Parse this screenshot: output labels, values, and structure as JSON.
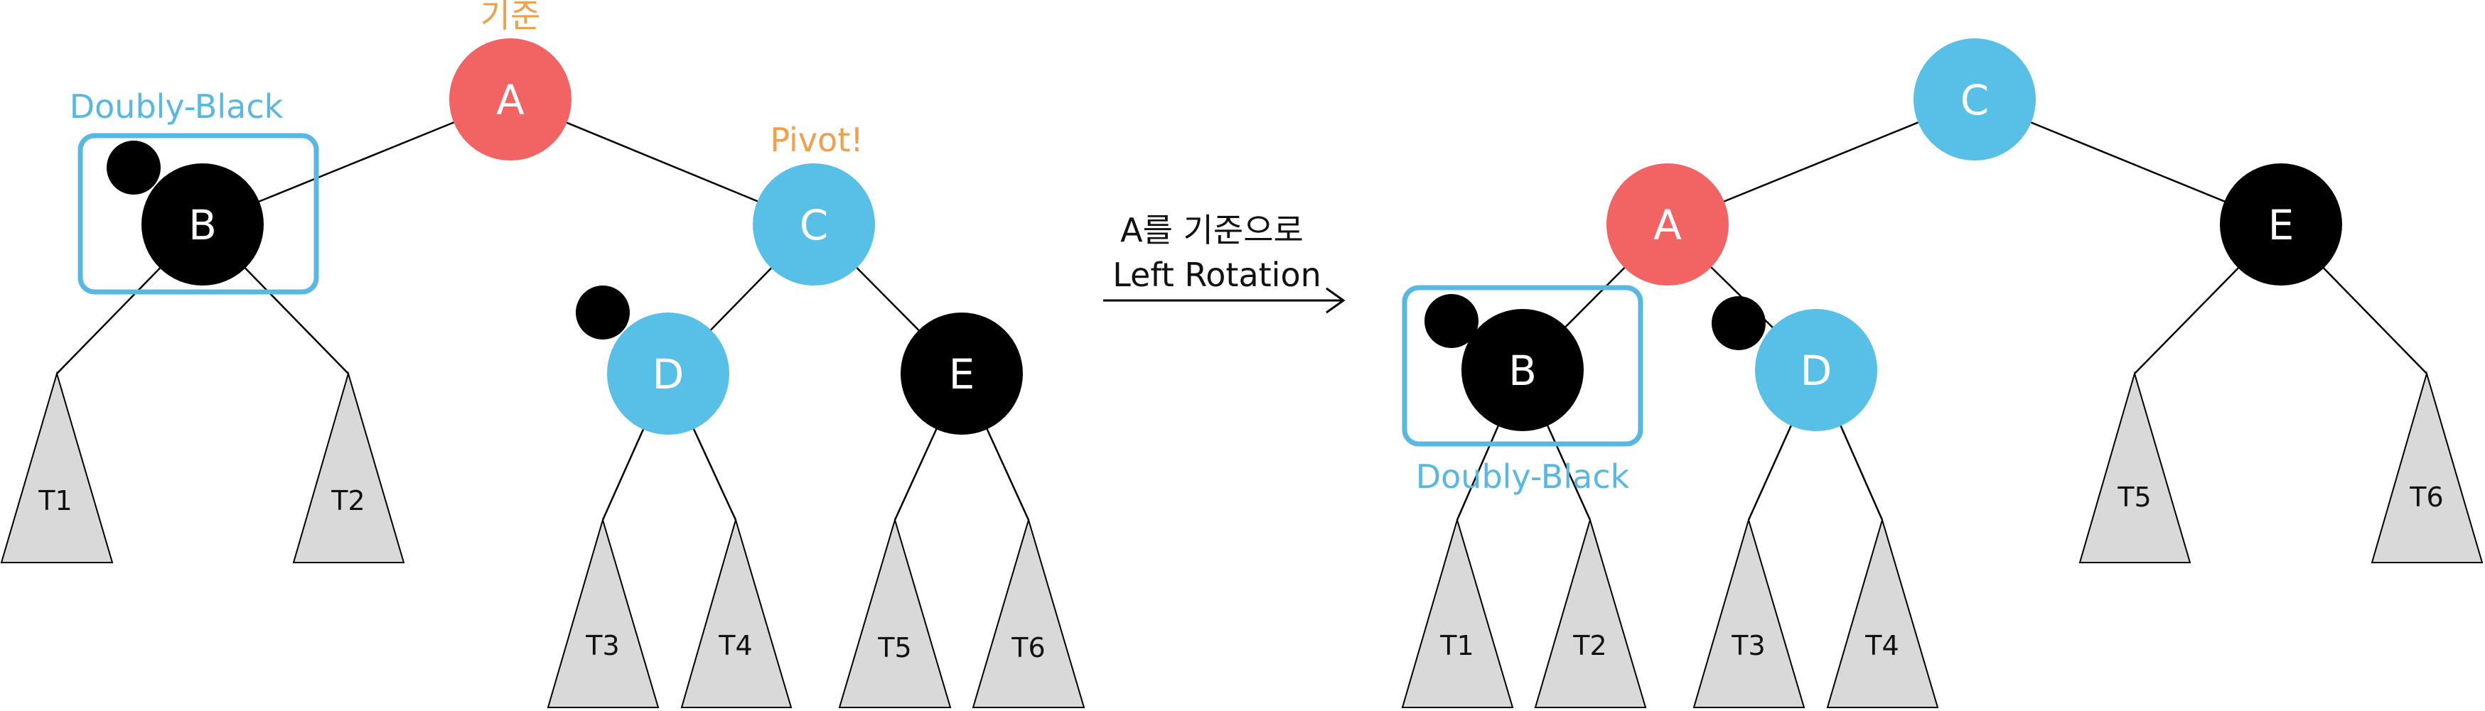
{
  "colors": {
    "red": "#f26363",
    "blue": "#58c0e6",
    "black": "#000000",
    "subtree": "#d9d9d9",
    "highlight": "#58b8e2",
    "orange": "#f0a04b"
  },
  "left": {
    "pivot_caption": "기준",
    "doubly_black_caption": "Doubly-Black",
    "pivot_label": "Pivot!",
    "nodes": {
      "a": "A",
      "b": "B",
      "c": "C",
      "d": "D",
      "e": "E"
    },
    "subtrees": {
      "t1": "T1",
      "t2": "T2",
      "t3": "T3",
      "t4": "T4",
      "t5": "T5",
      "t6": "T6"
    }
  },
  "arrow": {
    "line1": "A를 기준으로",
    "line2": "Left Rotation"
  },
  "right": {
    "doubly_black_caption": "Doubly-Black",
    "nodes": {
      "a": "A",
      "b": "B",
      "c": "C",
      "d": "D",
      "e": "E"
    },
    "subtrees": {
      "t1": "T1",
      "t2": "T2",
      "t3": "T3",
      "t4": "T4",
      "t5": "T5",
      "t6": "T6"
    }
  }
}
